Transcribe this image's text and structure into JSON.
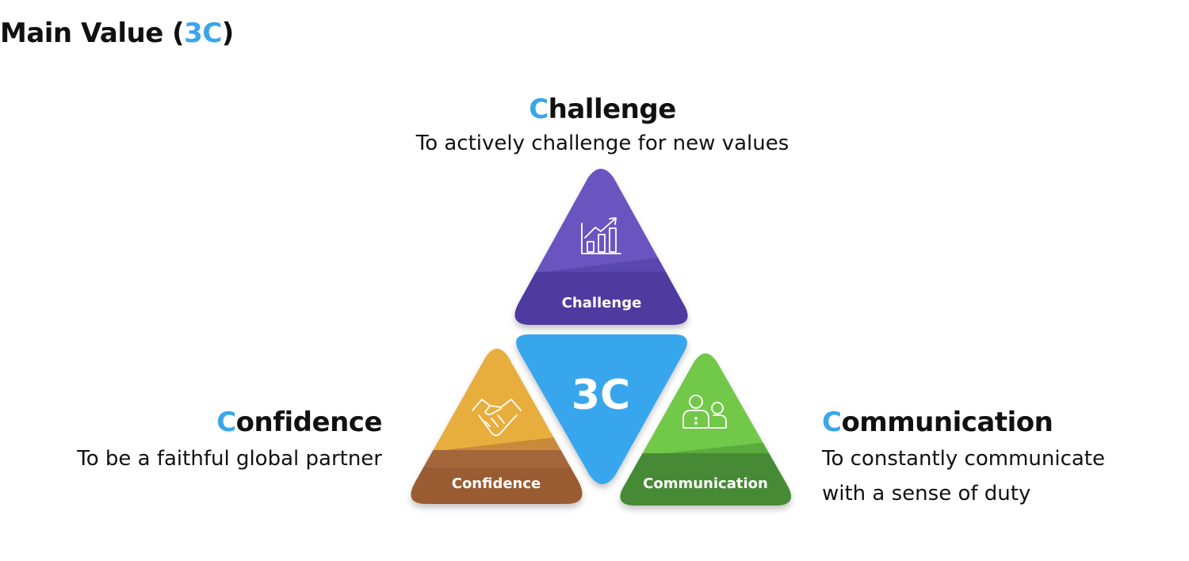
{
  "title": {
    "main": "Main Value (",
    "accent": "3C",
    "close": ")"
  },
  "colors": {
    "accent": "#3aa5ea",
    "challenge_top": "#6a55c0",
    "challenge_base": "#4e3aa0",
    "confidence_top": "#e8ae3c",
    "confidence_base": "#9a5c30",
    "communication_top": "#72c84a",
    "communication_base": "#468a36",
    "center": "#39a6ec"
  },
  "values": {
    "challenge": {
      "initial": "C",
      "rest": "hallenge",
      "description": "To actively challenge for new values",
      "label": "Challenge",
      "icon": "growth-chart-icon"
    },
    "confidence": {
      "initial": "C",
      "rest": "onfidence",
      "description": "To be a faithful global partner",
      "label": "Confidence",
      "icon": "handshake-icon"
    },
    "communication": {
      "initial": "C",
      "rest": "ommunication",
      "description_line1": "To constantly communicate",
      "description_line2": "with a sense of duty",
      "label": "Communication",
      "icon": "people-icon"
    }
  },
  "center": {
    "label": "3C"
  }
}
